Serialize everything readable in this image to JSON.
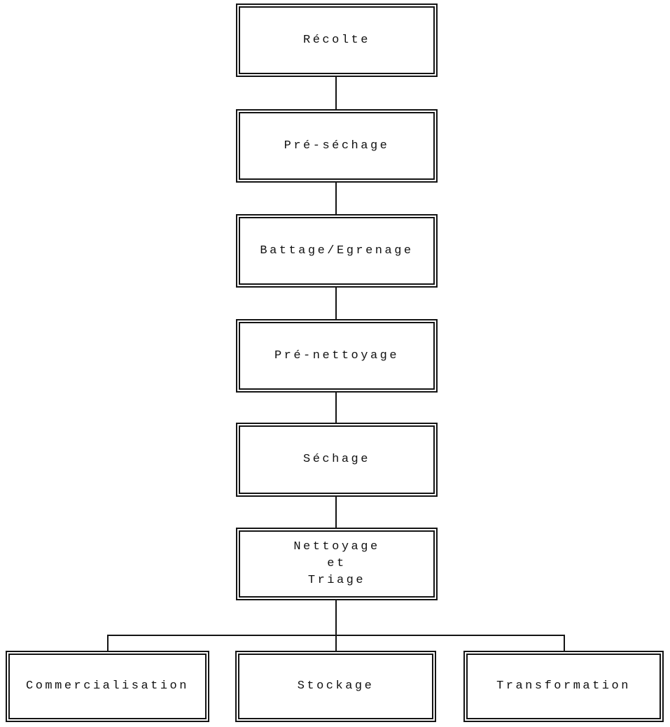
{
  "page": {
    "background_color": "#ffffff",
    "ink_color": "#141414"
  },
  "flowchart": {
    "type": "flowchart",
    "direction": "top-to-bottom",
    "steps": [
      "Récolte",
      "Pré-séchage",
      "Battage/Egrenage",
      "Pré-nettoyage",
      "Séchage",
      "Nettoyage\net\nTriage"
    ],
    "branches": [
      "Commercialisation",
      "Stockage",
      "Transformation"
    ],
    "edges": [
      "Récolte -> Pré-séchage",
      "Pré-séchage -> Battage/Egrenage",
      "Battage/Egrenage -> Pré-nettoyage",
      "Pré-nettoyage -> Séchage",
      "Séchage -> Nettoyage et Triage",
      "Nettoyage et Triage -> Commercialisation",
      "Nettoyage et Triage -> Stockage",
      "Nettoyage et Triage -> Transformation"
    ]
  }
}
